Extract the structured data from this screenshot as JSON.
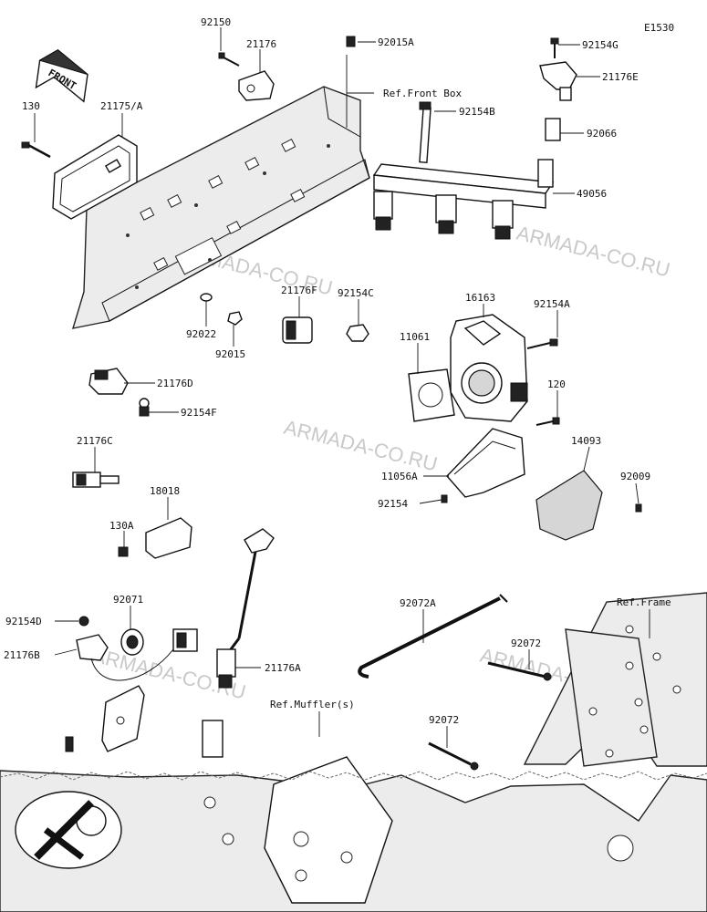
{
  "diagram_code": "E1530",
  "front_arrow_label": "FRONT",
  "watermark": "ARMADA-CO.RU",
  "reference_labels": {
    "front_box": "Ref.Front Box",
    "frame": "Ref.Frame",
    "mufflers": "Ref.Muffler(s)"
  },
  "part_labels": {
    "p92150": "92150",
    "p21176": "21176",
    "p92015A": "92015A",
    "p92154G": "92154G",
    "p21176E": "21176E",
    "p130": "130",
    "p21175A": "21175/A",
    "p92154B": "92154B",
    "p92066": "92066",
    "p49056": "49056",
    "p21176F": "21176F",
    "p92154C": "92154C",
    "p16163": "16163",
    "p92154A": "92154A",
    "p11061": "11061",
    "p92022": "92022",
    "p92015": "92015",
    "p21176D": "21176D",
    "p92154F": "92154F",
    "p120": "120",
    "p21176C": "21176C",
    "p14093": "14093",
    "p11056A": "11056A",
    "p92009": "92009",
    "p92154": "92154",
    "p18018": "18018",
    "p130A": "130A",
    "p92071": "92071",
    "p92072A": "92072A",
    "p92154D": "92154D",
    "p21176B": "21176B",
    "p21176A": "21176A",
    "p92072_upper": "92072",
    "p92072_lower": "92072"
  }
}
